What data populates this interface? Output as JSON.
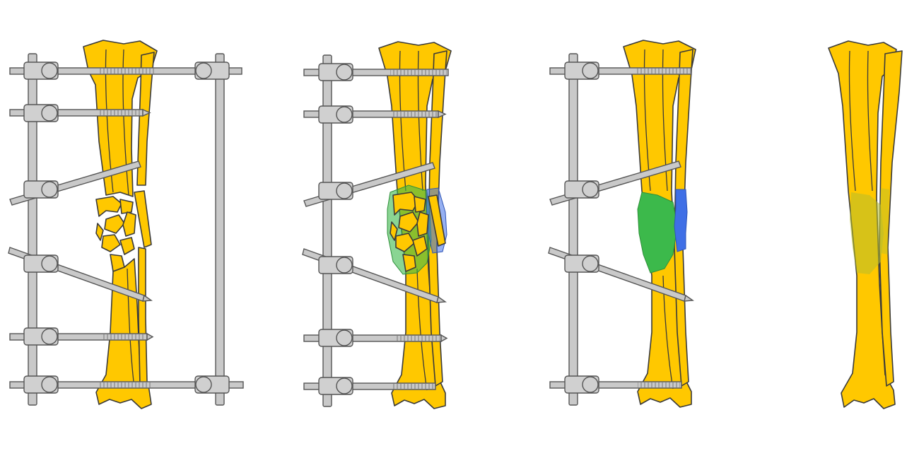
{
  "figure": {
    "panels": [
      {
        "stage": "comminuted-fracture-external-fixation",
        "frame": "two-bar",
        "green_region": "none",
        "blue_region": "none"
      },
      {
        "stage": "callus-formation-around-fragments",
        "frame": "single-bar",
        "green_region": "translucent",
        "blue_region": "translucent"
      },
      {
        "stage": "solid-callus-union",
        "frame": "single-bar",
        "green_region": "solid",
        "blue_region": "solid"
      },
      {
        "stage": "healed-remodeled-bone",
        "frame": "none",
        "green_region": "faint",
        "blue_region": "none"
      }
    ],
    "colors": {
      "bone": "#FFC800",
      "outline": "#3a3a3a",
      "metal": "#c9c9c9",
      "callus_green": "#3CB94B",
      "callus_blue": "#3F6FE6",
      "remodel_tint": "#B7BE2C"
    }
  }
}
